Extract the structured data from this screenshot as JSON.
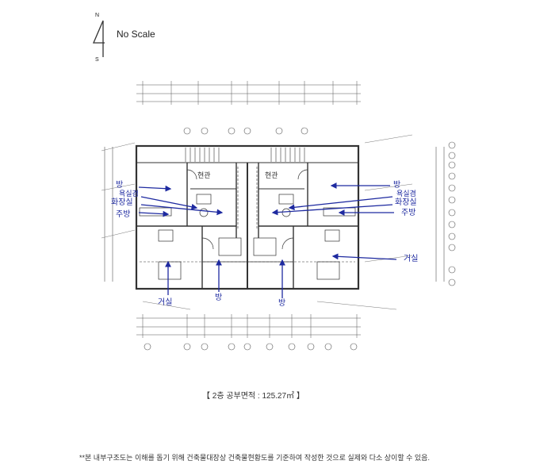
{
  "compass": {
    "north": "N",
    "south": "S"
  },
  "scale_note": "No Scale",
  "room_labels": {
    "hyeongwan_left": "현관",
    "hyeongwan_right": "현관",
    "bang_left": "방",
    "sebanggeun_left": "욕실겸",
    "hwajangsil_left": "화장실",
    "jubang_left": "주방",
    "bang_right": "방",
    "sebanggeun_right": "욕실겸",
    "hwajangsil_right": "화장실",
    "jubang_right": "주방",
    "geosil_right": "거실",
    "geosil_left": "거실",
    "bang_bottom_left": "방",
    "bang_bottom_right": "방"
  },
  "area_caption": "【 2층 공부면적 : 125.27㎡ 】",
  "footnote": "**본 내부구조도는 이해를 돕기 위해 건축물대장상 건축물현황도를 기준하여 작성한 것으로 실제와 다소 상이할 수 있음."
}
